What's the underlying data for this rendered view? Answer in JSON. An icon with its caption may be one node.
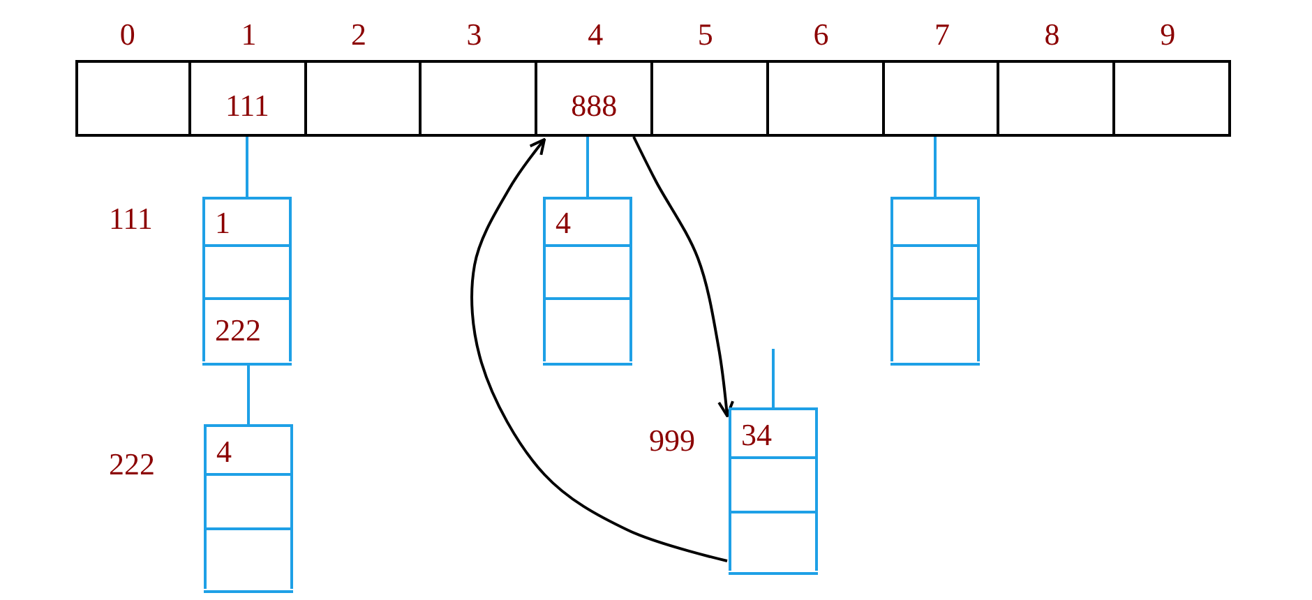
{
  "diagram": {
    "nodes": [
      {
        "text": [],
        "shape": "box",
        "beside": [
          "0"
        ]
      },
      {
        "text": [
          "111"
        ],
        "beside": [
          "1"
        ]
      },
      {
        "text": [],
        "shape": "box",
        "beside": [
          "2"
        ]
      },
      {
        "text": [],
        "shape": "box",
        "beside": [
          "3"
        ]
      },
      {
        "text": [
          "888"
        ],
        "beside": [
          "4"
        ]
      },
      {
        "text": [],
        "shape": "box",
        "beside": [
          "5"
        ]
      },
      {
        "text": [],
        "shape": "box",
        "beside": [
          "6"
        ]
      },
      {
        "text": [],
        "shape": "box",
        "beside": [
          "7"
        ]
      },
      {
        "text": [],
        "shape": "box",
        "beside": [
          "8"
        ]
      },
      {
        "text": [],
        "shape": "box",
        "beside": [
          "9"
        ]
      },
      {
        "text": [],
        "shape": "box",
        "beside": [
          "111"
        ]
      },
      {
        "text": [
          "1"
        ],
        "in": 10
      },
      {
        "text": [],
        "shape": "box",
        "in": 10
      },
      {
        "text": [
          "222"
        ],
        "in": 10
      },
      {
        "text": [],
        "shape": "box",
        "beside": [
          "222"
        ]
      },
      {
        "text": [
          "4"
        ],
        "in": 14
      },
      {
        "text": [],
        "shape": "box",
        "in": 14
      },
      {
        "text": [],
        "shape": "box",
        "in": 14
      },
      {
        "text": [],
        "shape": "box"
      },
      {
        "text": [
          "4"
        ],
        "in": 18
      },
      {
        "text": [],
        "shape": "box",
        "in": 18
      },
      {
        "text": [],
        "shape": "box",
        "in": 18
      },
      {
        "text": [],
        "shape": "box"
      },
      {
        "text": [],
        "shape": "box",
        "in": 22
      },
      {
        "text": [],
        "shape": "box",
        "in": 22
      },
      {
        "text": [],
        "shape": "box",
        "in": 22
      },
      {
        "text": [],
        "shape": "box",
        "beside": [
          "999"
        ]
      },
      {
        "text": [
          "34"
        ],
        "in": 26
      },
      {
        "text": [],
        "shape": "box",
        "in": 26
      },
      {
        "text": [],
        "shape": "box",
        "in": 26
      }
    ],
    "edges": [
      {
        "from": 1,
        "to": 10,
        "arrow": "none",
        "color": "#1ea0e6"
      },
      {
        "from": 13,
        "to": 14,
        "arrow": "none",
        "color": "#1ea0e6"
      },
      {
        "from": 4,
        "to": 18,
        "arrow": "none",
        "color": "#1ea0e6"
      },
      {
        "from": 7,
        "to": 22,
        "arrow": "none",
        "color": "#1ea0e6"
      },
      {
        "from": null,
        "to": 26,
        "arrow": "none",
        "color": "#1ea0e6"
      },
      {
        "from": 4,
        "to": 26,
        "arrow": "to",
        "color": "#000000"
      },
      {
        "from": 26,
        "to": 4,
        "arrow": "to",
        "color": "#000000"
      }
    ]
  }
}
